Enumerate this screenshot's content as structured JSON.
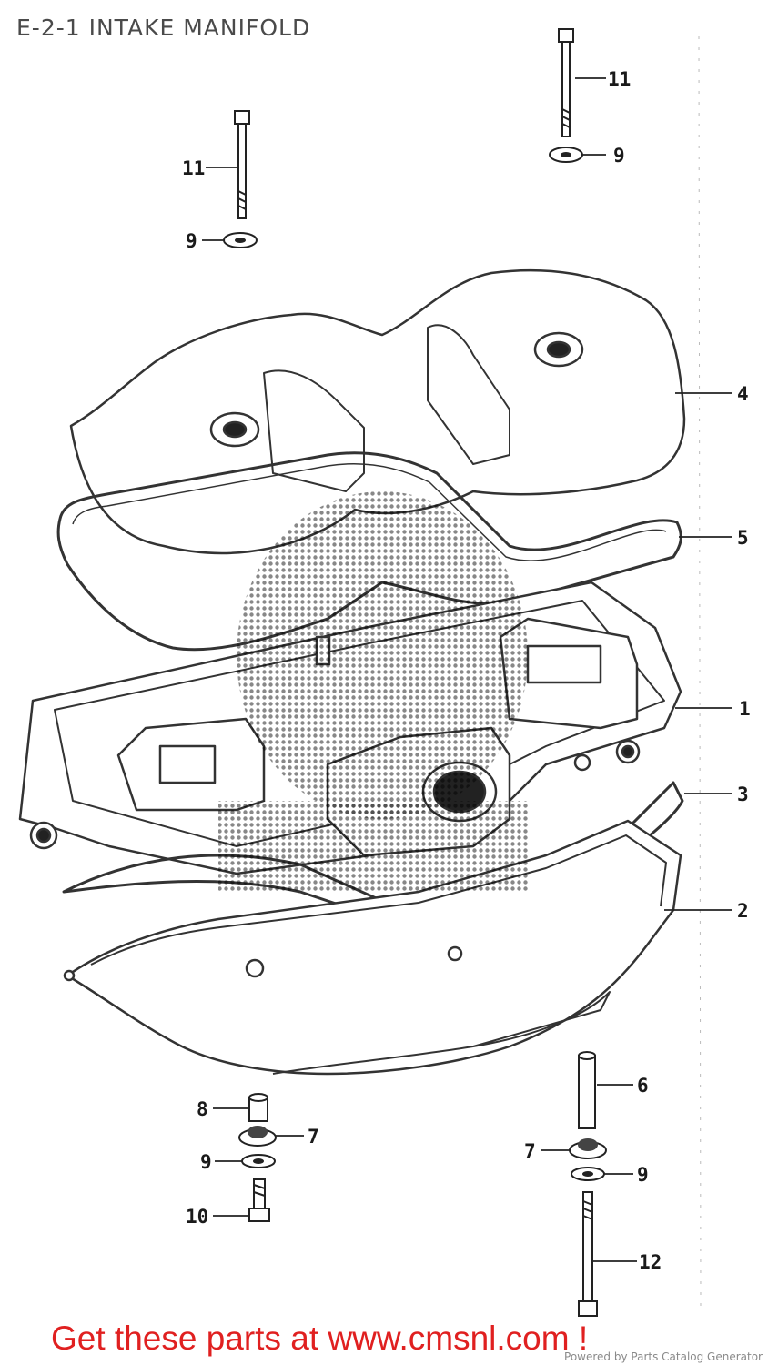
{
  "title": "E-2-1 INTAKE MANIFOLD",
  "callouts": [
    {
      "id": "11a",
      "label": "11"
    },
    {
      "id": "9a",
      "label": "9"
    },
    {
      "id": "11b",
      "label": "11"
    },
    {
      "id": "9b",
      "label": "9"
    },
    {
      "id": "4",
      "label": "4"
    },
    {
      "id": "5",
      "label": "5"
    },
    {
      "id": "1",
      "label": "1"
    },
    {
      "id": "3",
      "label": "3"
    },
    {
      "id": "2",
      "label": "2"
    },
    {
      "id": "8a",
      "label": "8"
    },
    {
      "id": "7a",
      "label": "7"
    },
    {
      "id": "9c",
      "label": "9"
    },
    {
      "id": "10",
      "label": "10"
    },
    {
      "id": "6",
      "label": "6"
    },
    {
      "id": "7b",
      "label": "7"
    },
    {
      "id": "9d",
      "label": "9"
    },
    {
      "id": "12",
      "label": "12"
    }
  ],
  "cta": "Get these parts at www.cmsnl.com !",
  "credit": "Powered by Parts Catalog Generator"
}
